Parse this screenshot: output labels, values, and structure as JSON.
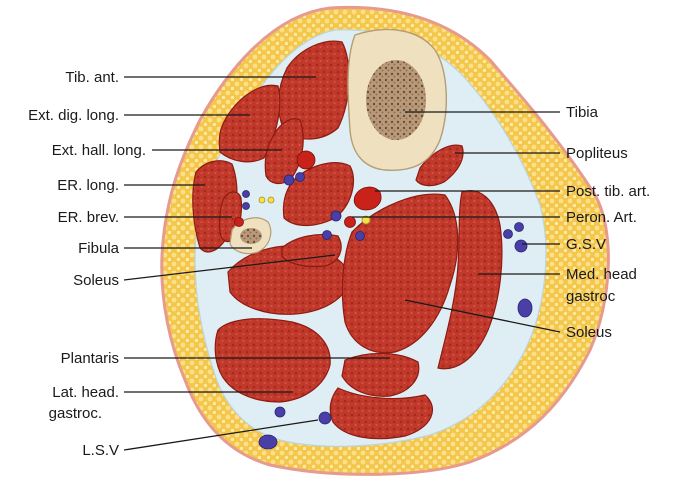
{
  "labels_left": {
    "tib_ant": "Tib. ant.",
    "ext_dig_long": "Ext. dig. long.",
    "ext_hall_long": "Ext. hall. long.",
    "er_long": "ER. long.",
    "er_brev": "ER. brev.",
    "fibula": "Fibula",
    "soleus": "Soleus",
    "plantaris": "Plantaris",
    "lat_head_line1": "Lat. head.",
    "lat_head_line2": "gastroc.",
    "lsv": "L.S.V"
  },
  "labels_right": {
    "tibia": "Tibia",
    "popliteus": "Popliteus",
    "post_tib_art": "Post. tib. art.",
    "peron_art": "Peron. Art.",
    "gsv": "G.S.V",
    "med_head_line1": "Med. head",
    "med_head_line2": "gastroc",
    "soleus": "Soleus"
  },
  "colors": {
    "skin": "#e79a8e",
    "fat": "#f4c64a",
    "fascia": "#dfeef4",
    "muscle": "#c0392b",
    "bone": "#efe0c0",
    "marrow": "#9b7a5a",
    "vein": "#4a3fa6",
    "artery": "#c8221a",
    "nerve": "#f4e04a"
  }
}
